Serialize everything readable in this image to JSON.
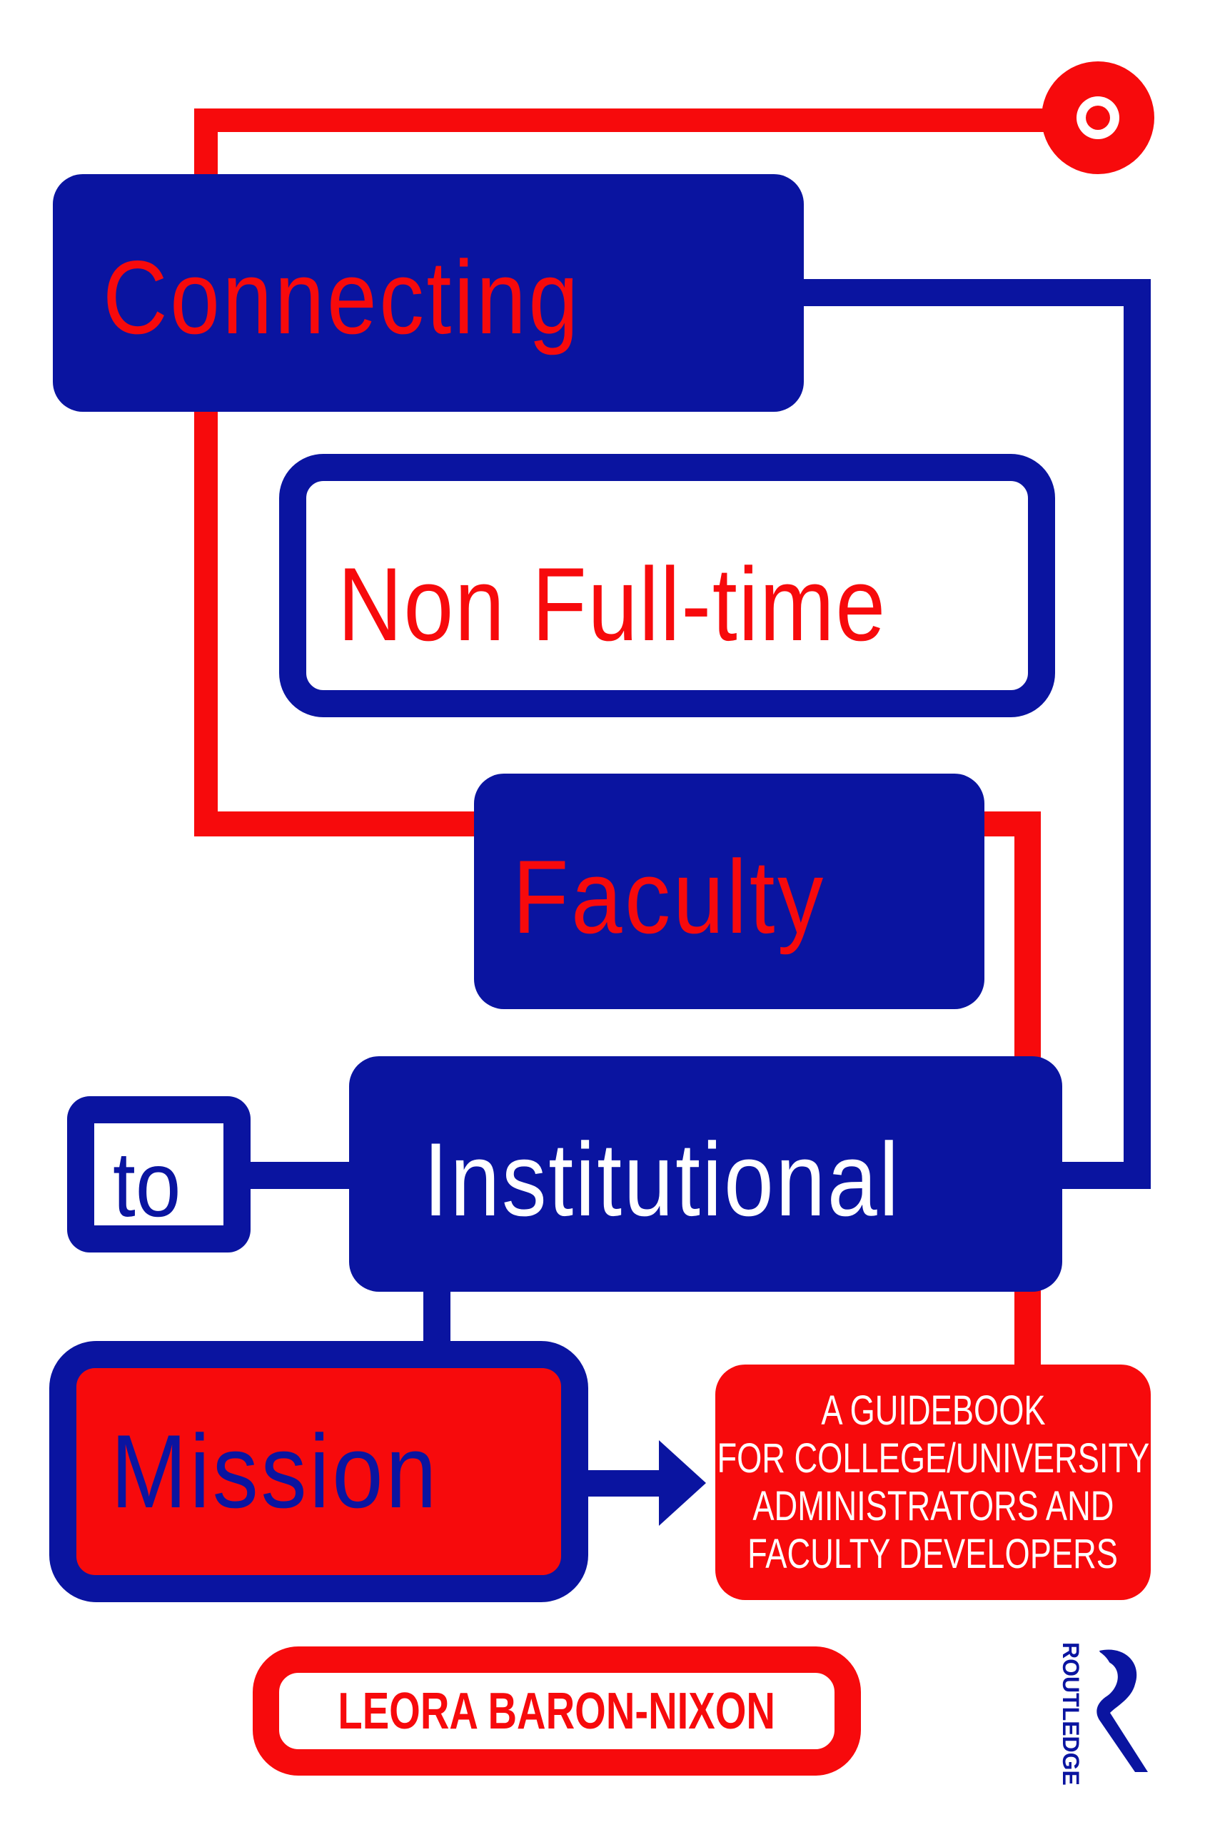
{
  "cover": {
    "title_words": [
      "Connecting",
      "Non Full-time",
      "Faculty",
      "to",
      "Institutional",
      "Mission"
    ],
    "subtitle_lines": [
      "A GUIDEBOOK",
      "FOR COLLEGE/UNIVERSITY",
      "ADMINISTRATORS AND",
      "FACULTY DEVELOPERS"
    ],
    "author": "LEORA BARON-NIXON",
    "publisher": "ROUTLEDGE"
  },
  "colors": {
    "blue": "#0a14a0",
    "red": "#f70a0c"
  }
}
